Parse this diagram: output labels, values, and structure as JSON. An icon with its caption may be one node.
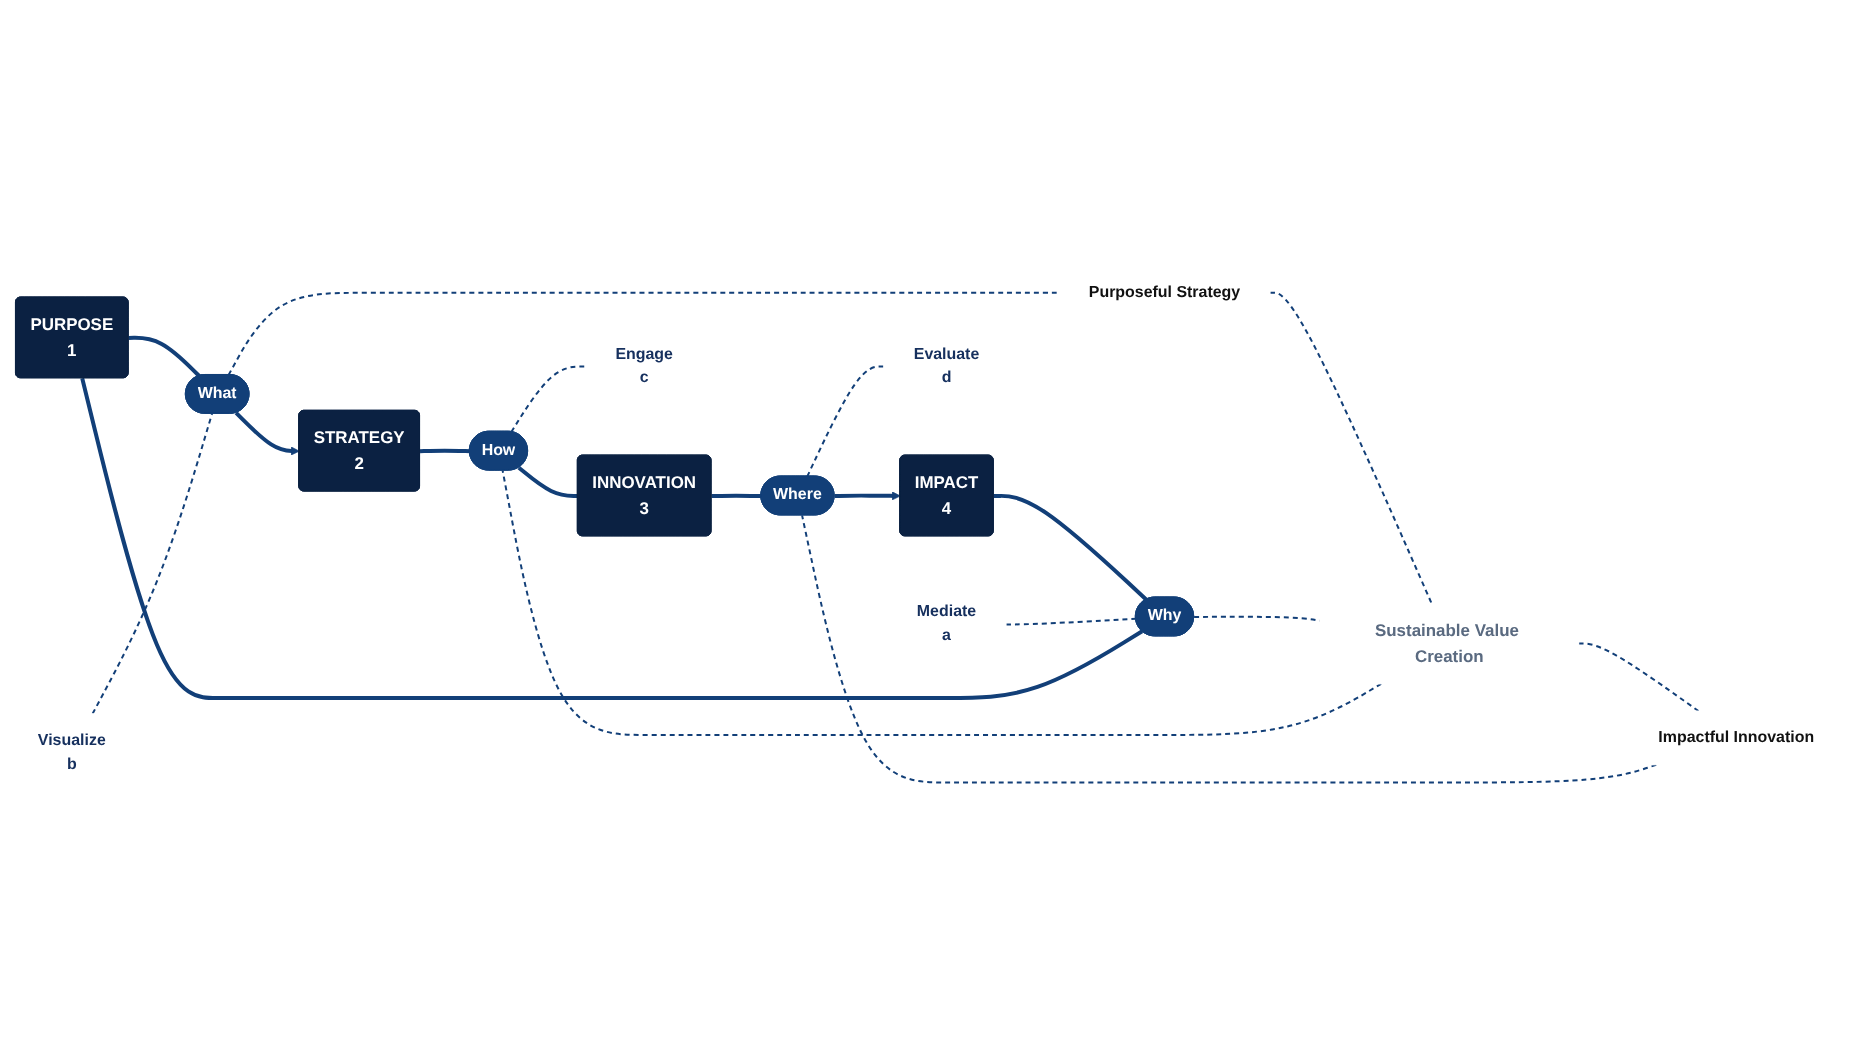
{
  "diagram": {
    "nodes": [
      {
        "text": [
          "PURPOSE",
          "1"
        ]
      },
      {
        "text": [
          "STRATEGY",
          "2"
        ]
      },
      {
        "text": [
          "INNOVATION",
          "3"
        ]
      },
      {
        "text": [
          "IMPACT",
          "4"
        ]
      },
      {
        "text": [
          "What"
        ]
      },
      {
        "text": [
          "How"
        ]
      },
      {
        "text": [
          "Where"
        ]
      },
      {
        "text": [
          "Why"
        ]
      },
      {
        "text": [
          "Purposeful Strategy"
        ]
      },
      {
        "text": [
          "Sustainable Value Creation"
        ]
      },
      {
        "text": [
          "Impactful Innovation"
        ]
      },
      {
        "text": [
          "Visualize",
          "b"
        ]
      },
      {
        "text": [
          "Engage",
          "c"
        ]
      },
      {
        "text": [
          "Evaluate",
          "d"
        ]
      },
      {
        "text": [
          "Mediate",
          "a"
        ]
      }
    ],
    "edges": [
      {
        "from": 0,
        "to": 4,
        "arrow": "none"
      },
      {
        "from": 4,
        "to": 1,
        "arrow": "to"
      },
      {
        "from": 1,
        "to": 5,
        "arrow": "none"
      },
      {
        "from": 5,
        "to": 2,
        "arrow": "none"
      },
      {
        "from": 2,
        "to": 6,
        "arrow": "none"
      },
      {
        "from": 6,
        "to": 3,
        "arrow": "to"
      },
      {
        "from": 3,
        "to": 7,
        "arrow": "none"
      },
      {
        "from": 7,
        "to": 0,
        "arrow": "none"
      },
      {
        "from": 11,
        "to": 4,
        "arrow": "none",
        "style": "dashed"
      },
      {
        "from": 4,
        "to": 8,
        "arrow": "none",
        "style": "dashed"
      },
      {
        "from": 8,
        "to": 9,
        "arrow": "none",
        "style": "dashed"
      },
      {
        "from": 9,
        "to": 10,
        "arrow": "none",
        "style": "dashed"
      },
      {
        "from": 10,
        "to": 6,
        "arrow": "none",
        "style": "dashed"
      },
      {
        "from": 6,
        "to": 13,
        "arrow": "none",
        "style": "dashed"
      },
      {
        "from": 14,
        "to": 7,
        "arrow": "none",
        "style": "dashed"
      },
      {
        "from": 7,
        "to": 9,
        "arrow": "none",
        "style": "dashed"
      },
      {
        "from": 9,
        "to": 5,
        "arrow": "none",
        "style": "dashed"
      },
      {
        "from": 5,
        "to": 12,
        "arrow": "none",
        "style": "dashed"
      }
    ]
  }
}
